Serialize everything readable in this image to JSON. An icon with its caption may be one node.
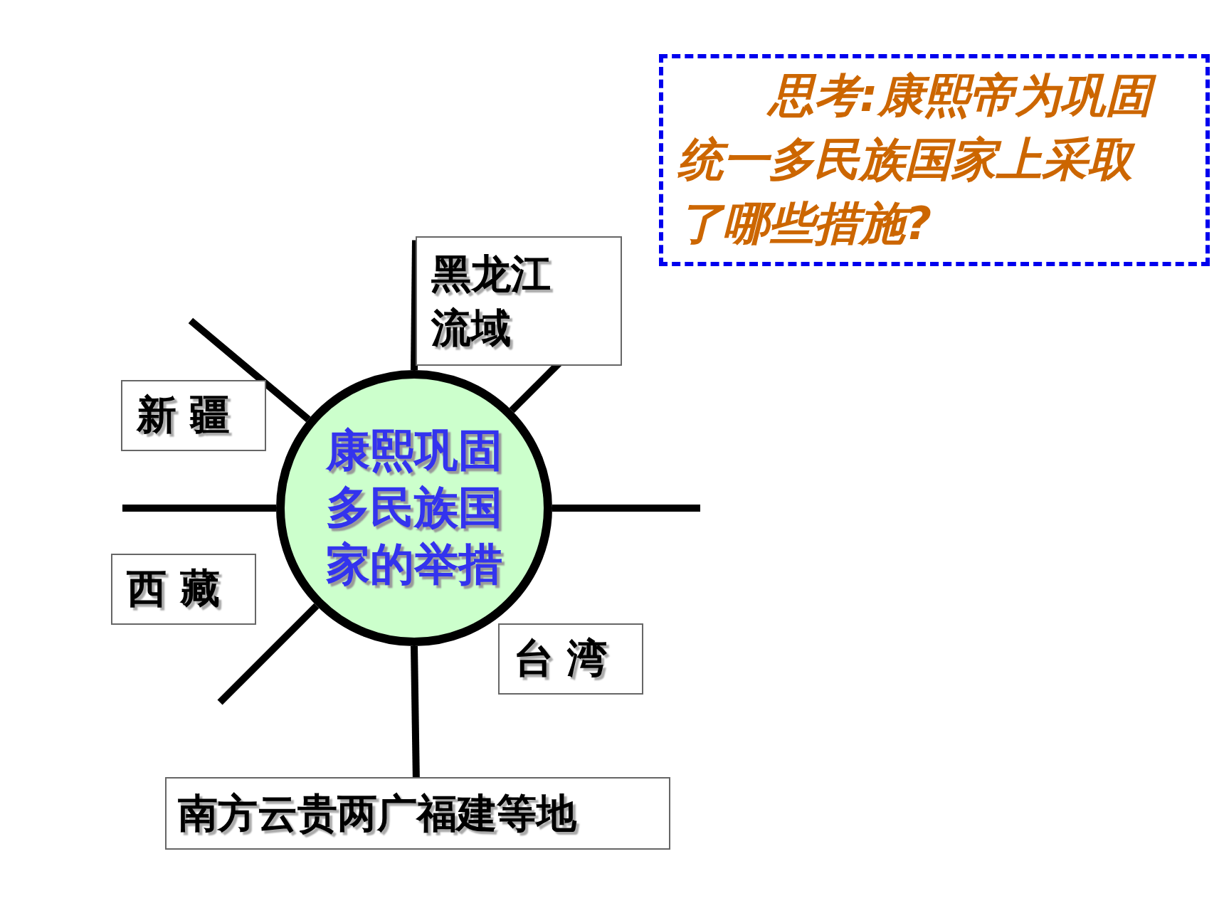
{
  "diagram": {
    "nodes": [
      {
        "text": [
          "康熙巩固多民族国家的举措"
        ]
      },
      {
        "text": [
          "黑龙江流域"
        ]
      },
      {
        "text": [
          "新 疆"
        ]
      },
      {
        "text": [
          "西 藏"
        ]
      },
      {
        "text": [
          "台 湾"
        ]
      },
      {
        "text": [
          "南方云贵两广福建等地"
        ]
      },
      {
        "text": [
          "思考:康熙帝为巩固统一多民族国家上采取了哪些措施?"
        ]
      }
    ],
    "edges": [
      {
        "from": 0,
        "to": 1,
        "arrow": "none"
      },
      {
        "from": 0,
        "to": 5,
        "arrow": "none"
      },
      {
        "from": 0,
        "to": 1,
        "arrow": "none"
      },
      {
        "from": 0,
        "to": null,
        "arrow": "none"
      },
      {
        "from": 0,
        "to": null,
        "arrow": "none"
      },
      {
        "from": 0,
        "to": null,
        "arrow": "none"
      },
      {
        "from": 0,
        "to": null,
        "arrow": "none"
      }
    ]
  }
}
